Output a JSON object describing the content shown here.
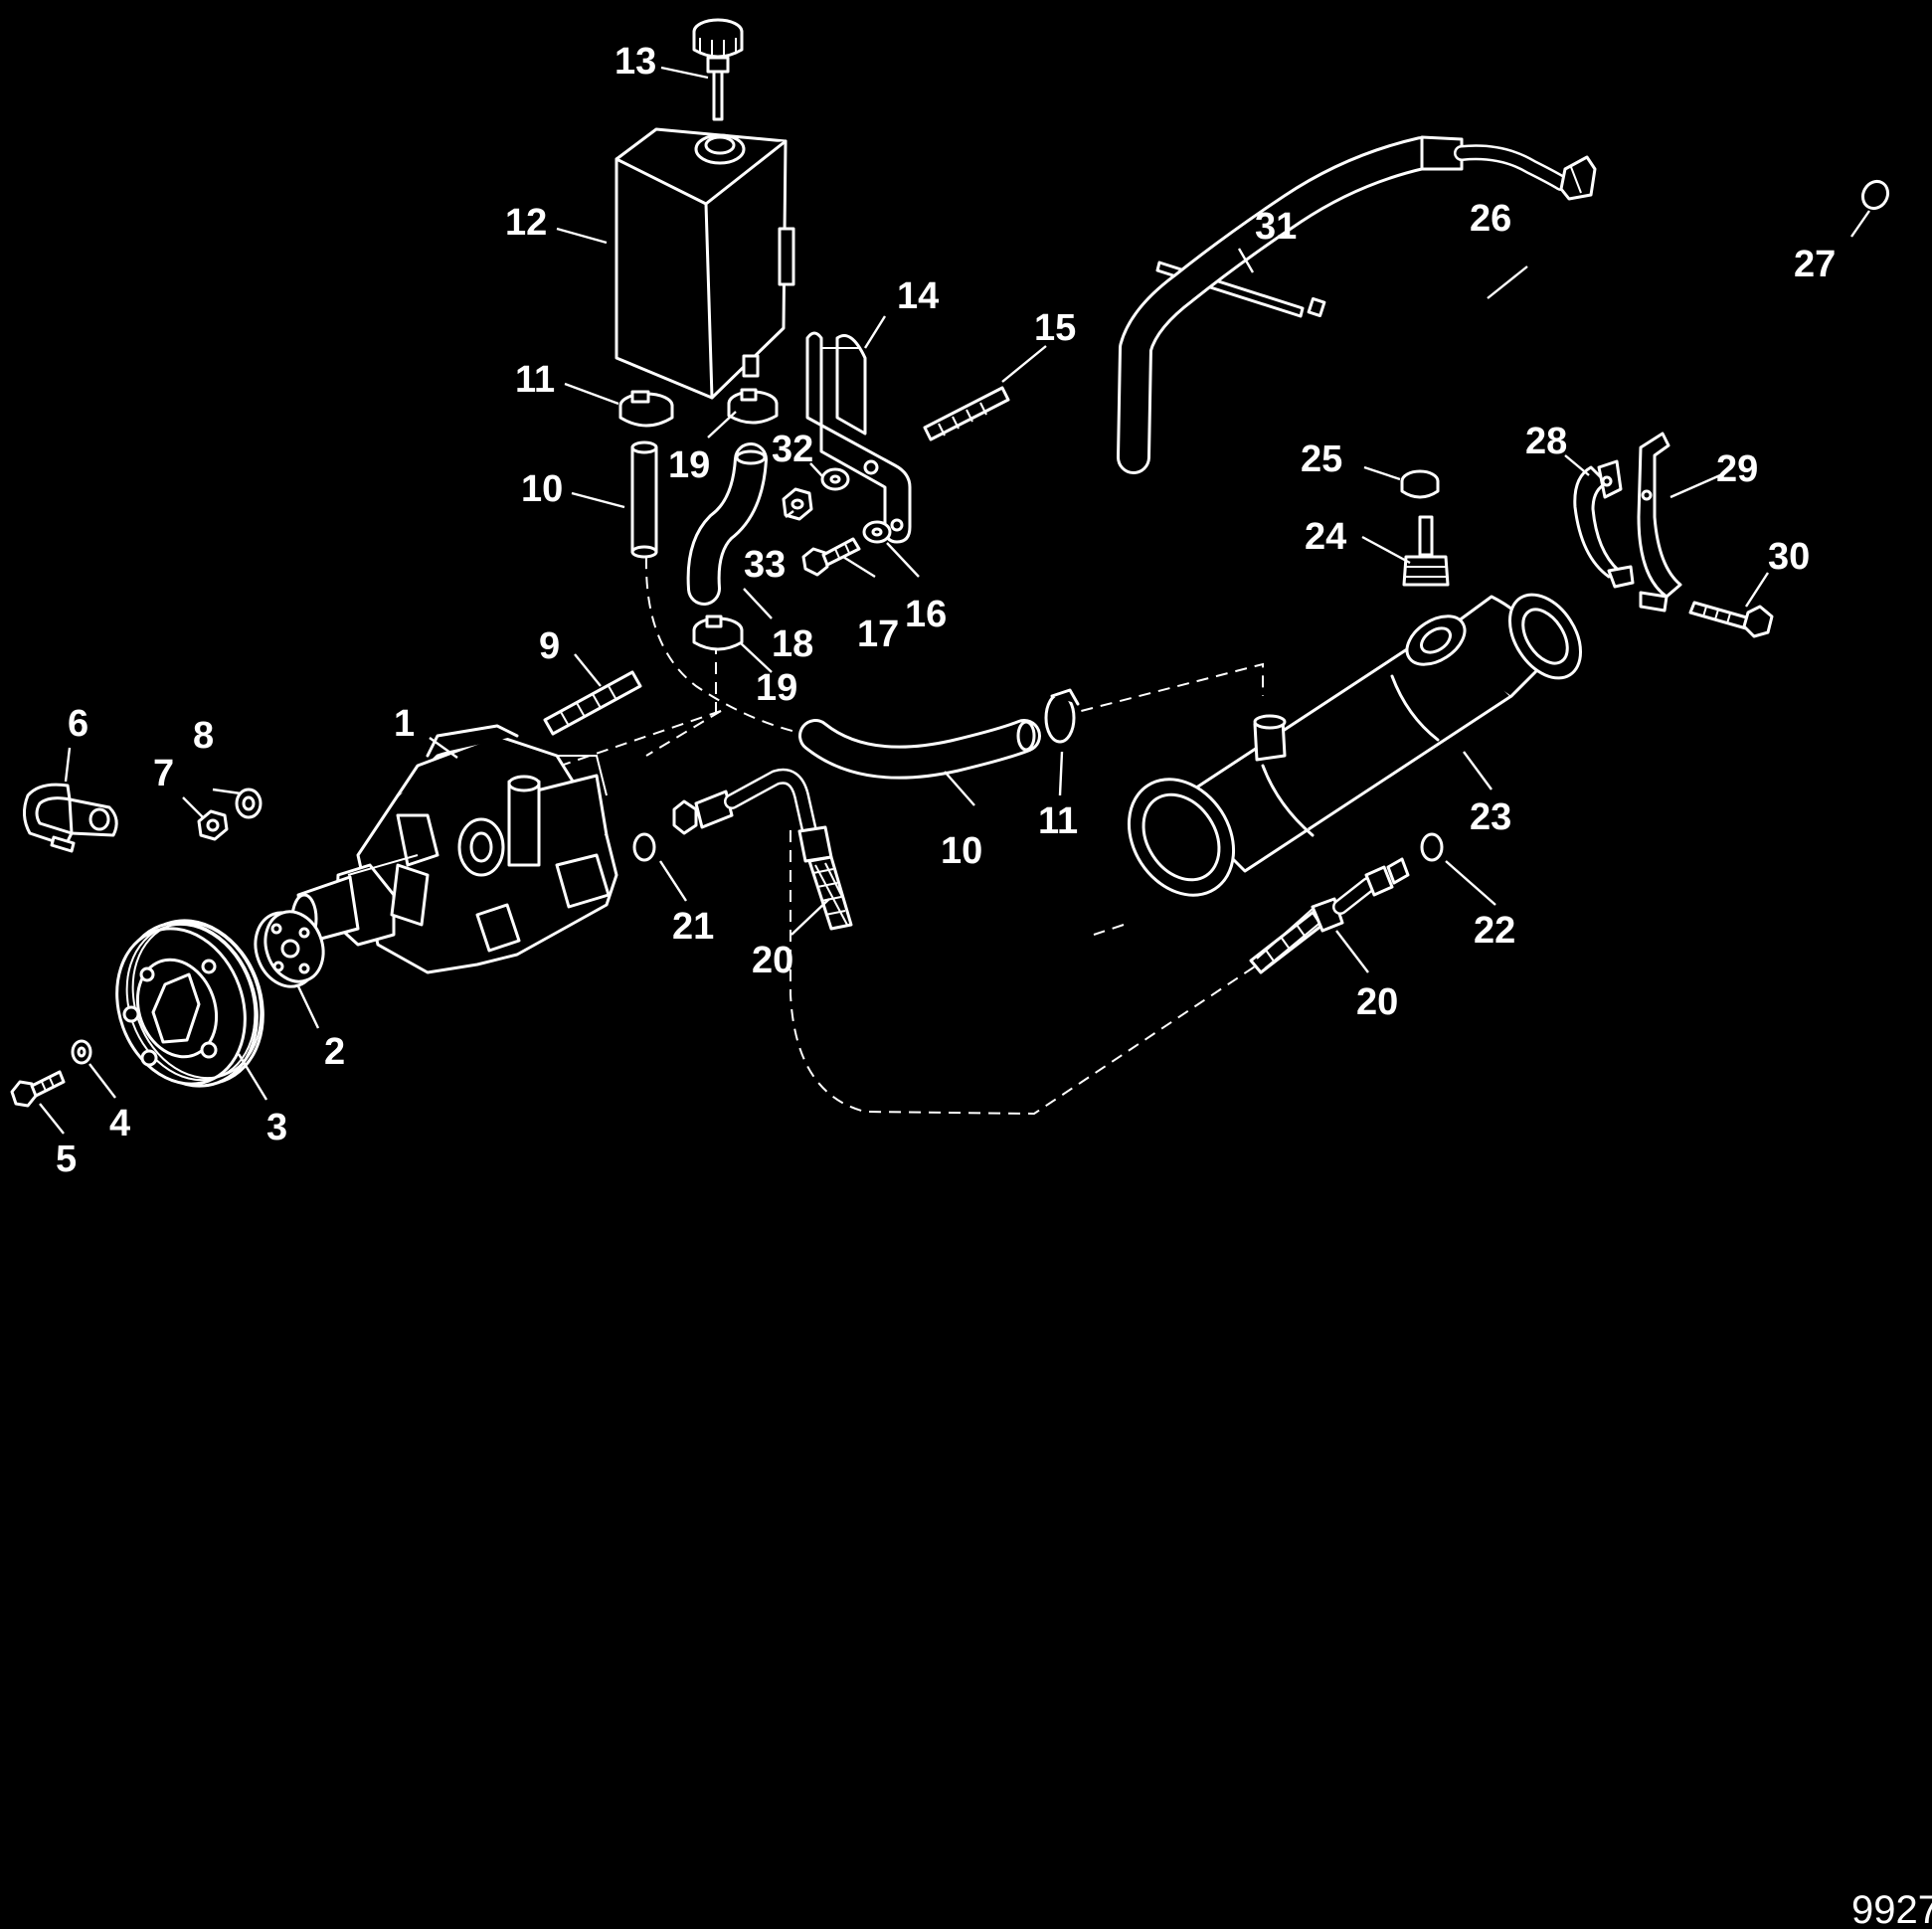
{
  "figure_number": "9927",
  "callouts": {
    "c1": "1",
    "c2": "2",
    "c3": "3",
    "c4": "4",
    "c5": "5",
    "c6": "6",
    "c7": "7",
    "c8": "8",
    "c9": "9",
    "c10a": "10",
    "c10b": "10",
    "c11a": "11",
    "c11b": "11",
    "c12": "12",
    "c13": "13",
    "c14": "14",
    "c15": "15",
    "c16": "16",
    "c17": "17",
    "c18": "18",
    "c19a": "19",
    "c19b": "19",
    "c20a": "20",
    "c20b": "20",
    "c21": "21",
    "c22": "22",
    "c23": "23",
    "c24": "24",
    "c25": "25",
    "c26": "26",
    "c27": "27",
    "c28": "28",
    "c29": "29",
    "c30": "30",
    "c31": "31",
    "c32": "32",
    "c33": "33"
  }
}
